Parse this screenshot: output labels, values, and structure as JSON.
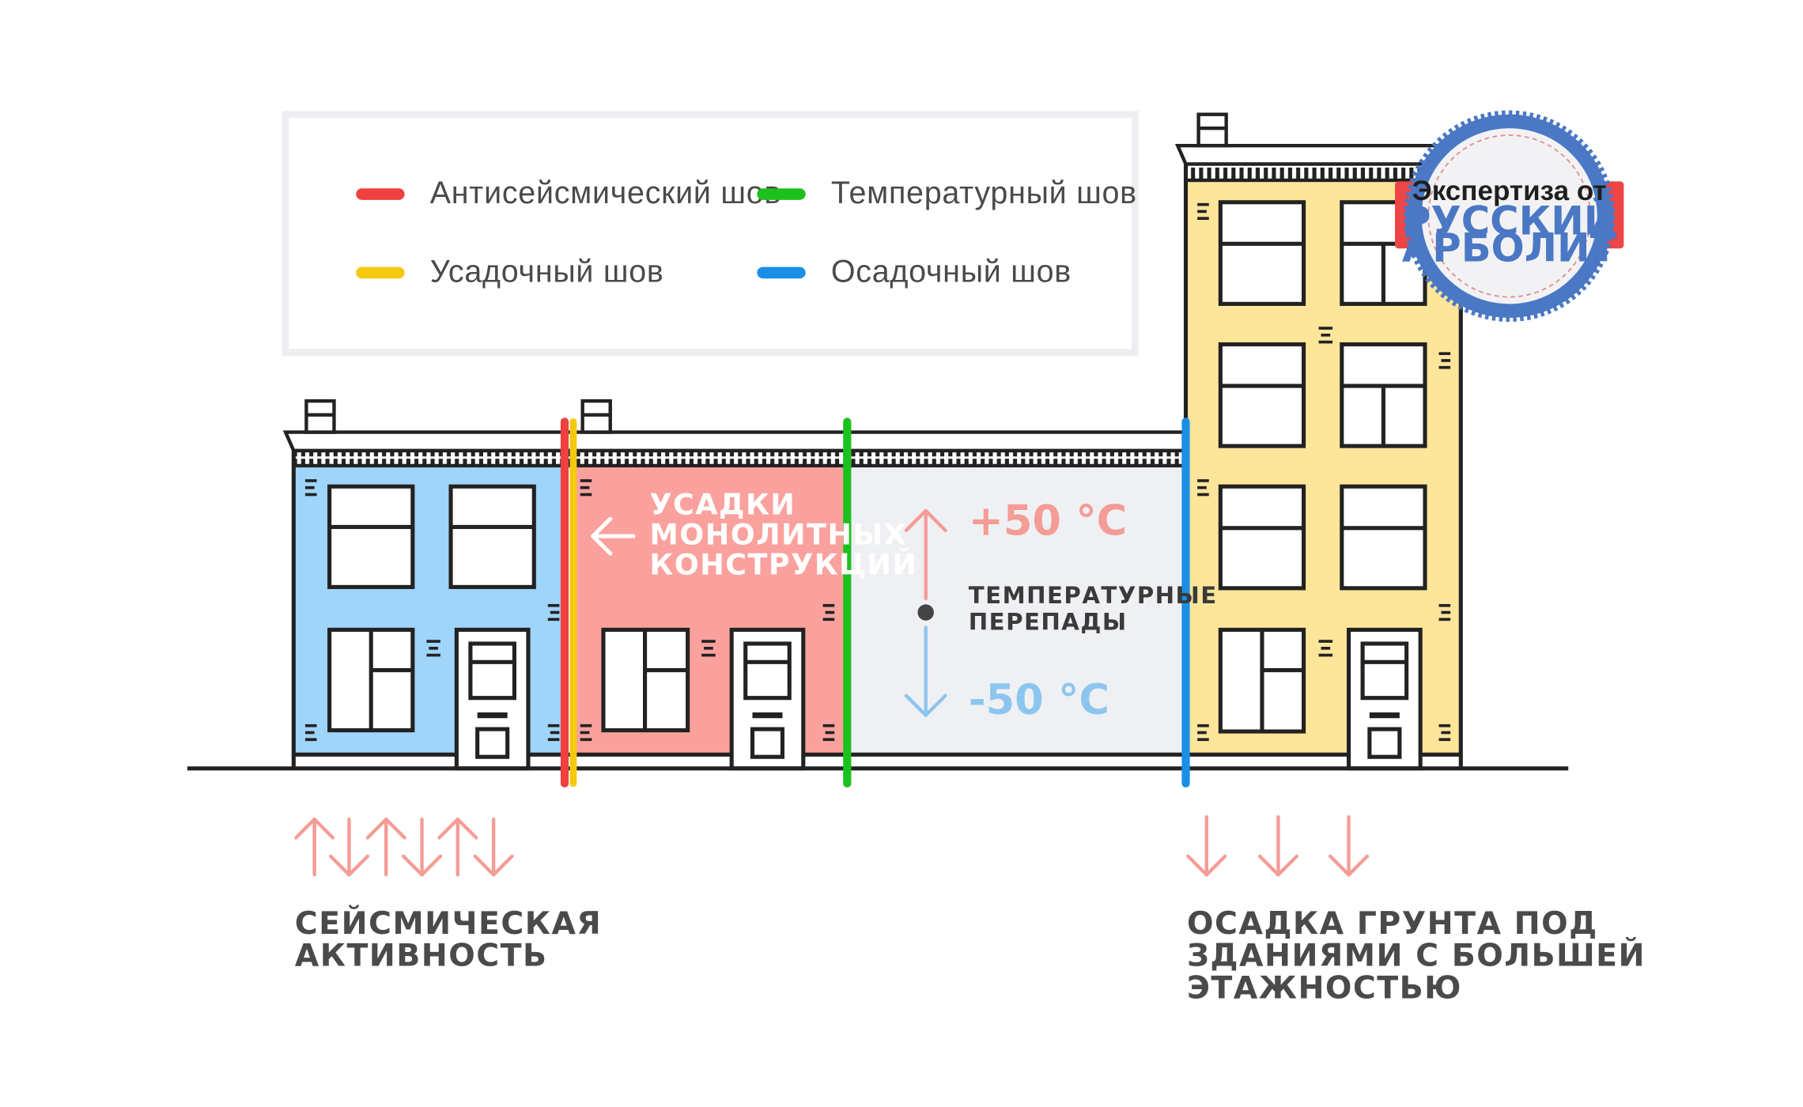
{
  "legend": {
    "items": [
      {
        "label": "Антисейсмический шов",
        "color": "#f04040"
      },
      {
        "label": "Температурный шов",
        "color": "#1ec01e"
      },
      {
        "label": "Усадочный шов",
        "color": "#f6c90e"
      },
      {
        "label": "Осадочный шов",
        "color": "#1b8fe6"
      }
    ]
  },
  "buildings": {
    "colors": {
      "blue": "#9fd4fb",
      "red": "#fba19d",
      "gray": "#eff0f3",
      "yellow": "#fde59a"
    }
  },
  "annotations": {
    "shrinkage": [
      "УСАДКИ",
      "МОНОЛИТНЫХ",
      "КОНСТРУКЦИЙ"
    ],
    "temp_high": "+50 °С",
    "temp_low": "-50 °С",
    "temp_label": [
      "ТЕМПЕРАТУРНЫЕ",
      "ПЕРЕПАДЫ"
    ]
  },
  "captions": {
    "seismic": [
      "СЕЙСМИЧЕСКАЯ",
      "АКТИВНОСТЬ"
    ],
    "settlement": [
      "ОСАДКА ГРУНТА ПОД",
      "ЗДАНИЯМИ С БОЛЬШЕЙ",
      "ЭТАЖНОСТЬЮ"
    ]
  },
  "badge": {
    "line1": "Экспертиза от",
    "line2": "РУССКИЙ",
    "line3": "АРБОЛИТ",
    "colors": {
      "ring": "#4a78c4",
      "ribbon": "#ee4646"
    }
  },
  "arrow_color": "#f49c96"
}
